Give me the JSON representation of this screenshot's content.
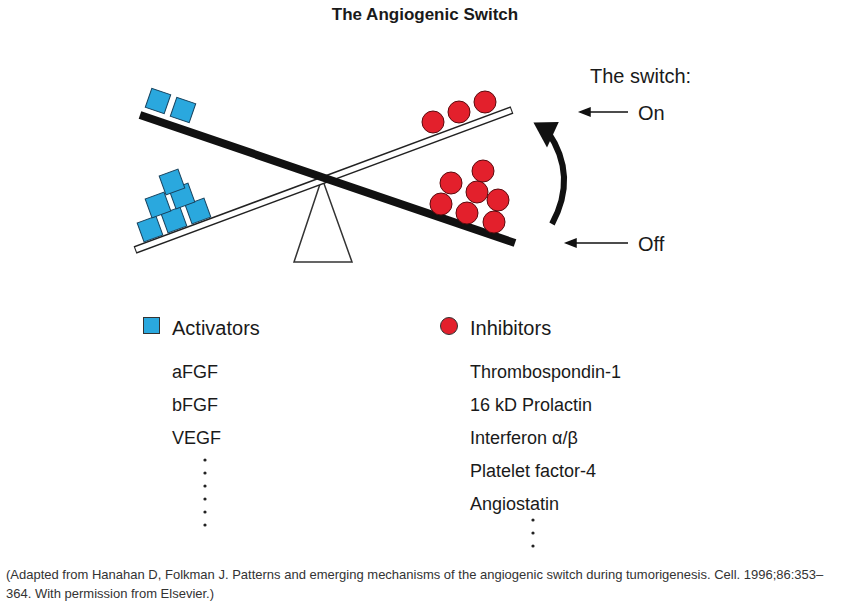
{
  "diagram": {
    "title": "The Angiogenic Switch",
    "caption": "(Adapted from Hanahan D, Folkman J. Patterns and emerging mechanisms of the angiogenic switch during tumorigenesis. Cell. 1996;86:353–364. With permission from Elsevier.)",
    "labels": [
      "The switch:",
      "On",
      "Off",
      "aFGF",
      "bFGF",
      "VEGF",
      "Thrombospondin-1",
      "16 kD Prolactin",
      "Interferon α/β",
      "Platelet factor-4",
      "Angiostatin"
    ],
    "legend": [
      {
        "text": "Activators",
        "color": "#2aa8de"
      },
      {
        "text": "Inhibitors",
        "color": "#e3202c"
      }
    ]
  }
}
